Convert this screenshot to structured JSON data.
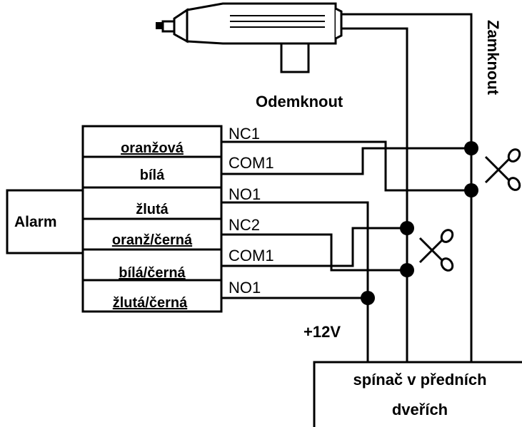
{
  "alarm": {
    "label": "Alarm"
  },
  "connector": {
    "wires": [
      "oranžová",
      "bílá",
      "žlutá",
      "oranž/černá",
      "bílá/černá",
      "žlutá/černá"
    ]
  },
  "relay_terminals": [
    "NC1",
    "COM1",
    "NO1",
    "NC2",
    "COM1",
    "NO1"
  ],
  "labels": {
    "unlock": "Odemknout",
    "lock": "Zamknout",
    "power": "+12V"
  },
  "switch": {
    "line1": "spínač v předních",
    "line2": "dveřích"
  },
  "icons": {
    "actuator": "door-lock-actuator-icon",
    "cut": "scissors-icon",
    "junction": "junction-dot-icon"
  }
}
